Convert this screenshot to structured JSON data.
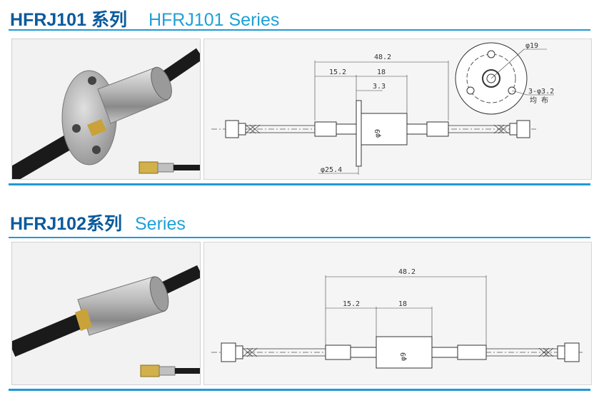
{
  "sections": [
    {
      "model_bold": "HFRJ101 系列",
      "model_light": "HFRJ101 Series",
      "dimensions": {
        "total_length": "48.2",
        "left_length": "15.2",
        "body_length": "18",
        "flange_thickness": "3.3",
        "body_diameter": "φ9",
        "flange_diameter": "φ25.4",
        "bolt_circle": "φ19",
        "holes": "3-φ3.2",
        "holes_note": "均 布"
      }
    },
    {
      "model_bold": "HFRJ102系列",
      "model_light": "Series",
      "dimensions": {
        "total_length": "48.2",
        "left_length": "15.2",
        "body_length": "18",
        "body_diameter": "φ9"
      }
    }
  ],
  "colors": {
    "title_dark": "#0a5a9c",
    "title_light": "#1ea0d8",
    "rule": "#1e9ad6"
  }
}
